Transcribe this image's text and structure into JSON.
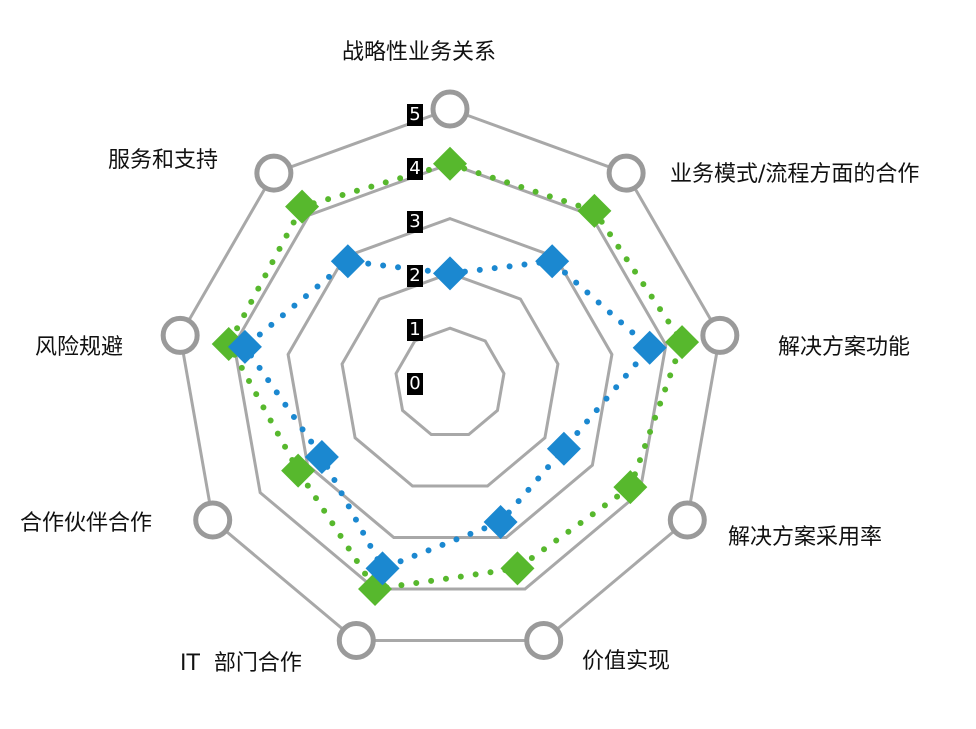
{
  "chart_data": {
    "type": "radar",
    "axes": [
      "战略性业务关系",
      "业务模式/流程方面的合作",
      "解决方案功能",
      "解决方案采用率",
      "价值实现",
      "IT  部门合作",
      "合作伙伴合作",
      "风险规避",
      "服务和支持"
    ],
    "tick_labels": [
      "0",
      "1",
      "2",
      "3",
      "4",
      "5"
    ],
    "rlim": [
      0,
      5
    ],
    "series": [
      {
        "color": "#57b82d",
        "marker": "diamond",
        "line": "dotted",
        "values": [
          4.0,
          4.1,
          4.3,
          3.8,
          3.6,
          4.0,
          3.2,
          4.1,
          4.2
        ]
      },
      {
        "color": "#1b88d0",
        "marker": "diamond",
        "line": "dotted",
        "values": [
          2.0,
          2.9,
          3.7,
          2.4,
          2.7,
          3.6,
          2.7,
          3.8,
          2.9
        ]
      }
    ],
    "grid_color": "#a8a8a8",
    "grid_shape": "nonagon",
    "endpoint_marker": "circle"
  }
}
